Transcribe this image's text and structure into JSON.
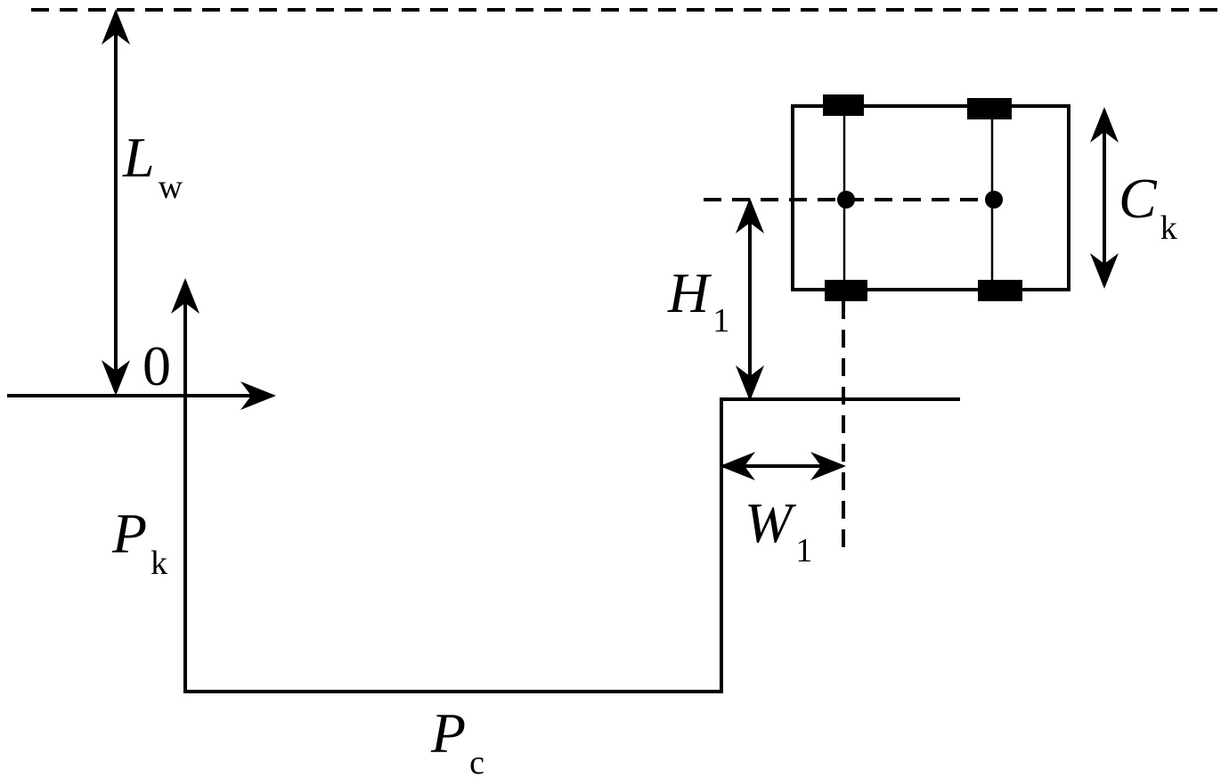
{
  "labels": {
    "lw": {
      "main": "L",
      "sub": "w"
    },
    "origin": "0",
    "pk": {
      "main": "P",
      "sub": "k"
    },
    "pc": {
      "main": "P",
      "sub": "c"
    },
    "h1": {
      "main": "H",
      "sub": "1"
    },
    "w1": {
      "main": "W",
      "sub": "1"
    },
    "ck": {
      "main": "C",
      "sub": "k"
    }
  },
  "colors": {
    "stroke": "#000000",
    "background": "#ffffff"
  }
}
